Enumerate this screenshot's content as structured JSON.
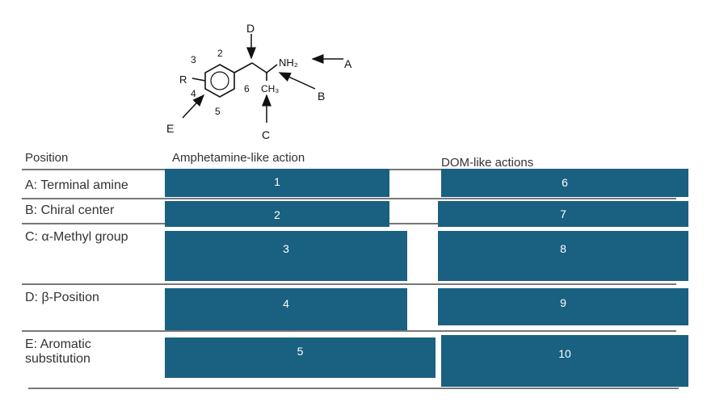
{
  "structure": {
    "substituent": "R",
    "amine": "NH₂",
    "methyl": "CH₃",
    "ring_numbers": [
      "2",
      "3",
      "4",
      "5",
      "6"
    ],
    "arrows": [
      "A",
      "B",
      "C",
      "D",
      "E"
    ]
  },
  "table": {
    "headers": [
      "Position",
      "Amphetamine-like action",
      "DOM-like actions"
    ],
    "rows": [
      {
        "label": "A: Terminal amine"
      },
      {
        "label": "B: Chiral center"
      },
      {
        "label": "C: α-Methyl group"
      },
      {
        "label": "D: β-Position"
      },
      {
        "label": "E: Aromatic substitution"
      }
    ],
    "amphetamine_boxes": [
      "1",
      "2",
      "3",
      "4",
      "5"
    ],
    "dom_boxes": [
      "6",
      "7",
      "8",
      "9",
      "10"
    ]
  },
  "colors": {
    "box_fill": "#1a6080",
    "box_text": "#ffffff",
    "rule": "#777777"
  }
}
